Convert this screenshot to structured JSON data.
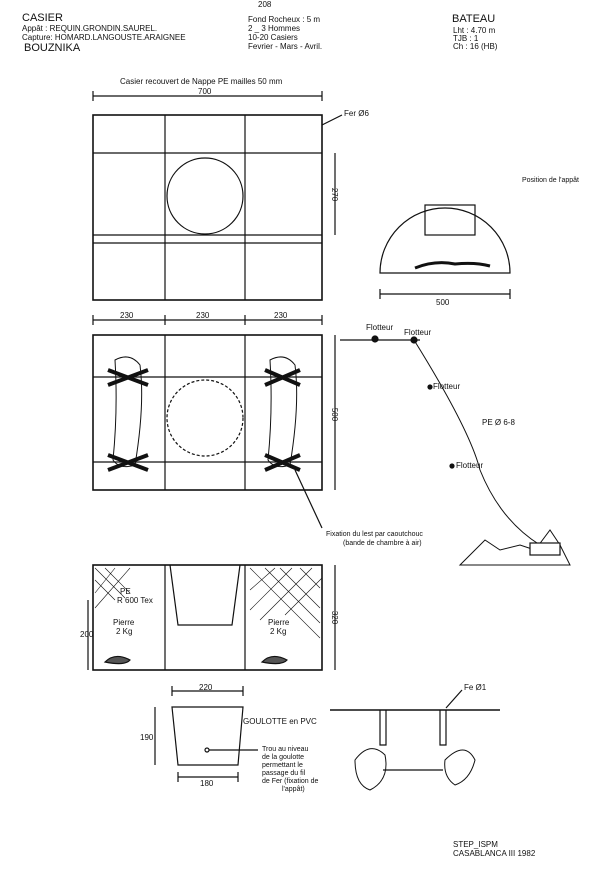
{
  "page_number": "208",
  "header": {
    "title": "CASIER",
    "appat": "Appât : REQUIN.GRONDIN.SAUREL.",
    "capture": "Capture: HOMARD.LANGOUSTE.ARAIGNEE",
    "location": "BOUZNIKA",
    "fond": "Fond Rocheux : 5 m",
    "hommes": "2 _ 3 Hommes",
    "casiers": "10-20 Casiers",
    "saison": "Fevrier - Mars - Avril.",
    "bateau_title": "BATEAU",
    "lht": "Lht : 4.70 m",
    "tjb": "TJB : 1",
    "ch": "Ch : 16 (HB)"
  },
  "top_view": {
    "note": "Casier recouvert de Nappe PE mailles 50 mm",
    "width": "700",
    "height": "270",
    "fer_label": "Fer Ø6"
  },
  "section_view": {
    "appat_label": "Position de l'appât",
    "width": "500"
  },
  "middle_view": {
    "dims": [
      "230",
      "230",
      "230"
    ],
    "height": "500",
    "fixation_1": "Fixation du lest par caoutchouc",
    "fixation_2": "(bande de chambre à air)"
  },
  "float_line": {
    "flotteur_1": "Flotteur",
    "flotteur_2": "Flotteur",
    "flotteur_3": "Flotteur",
    "flotteur_4": "Flotteur",
    "rope": "PE Ø 6-8"
  },
  "side_view": {
    "net_1": "PE",
    "net_2": "R 600 Tex",
    "height": "320",
    "entry_height": "200",
    "stone_left_1": "Pierre",
    "stone_left_2": "2 Kg",
    "stone_right_1": "Pierre",
    "stone_right_2": "2 Kg"
  },
  "goulotte": {
    "top": "220",
    "bottom": "180",
    "height": "190",
    "label": "GOULOTTE en PVC",
    "hole_1": "Trou au niveau",
    "hole_2": "de la goulotte",
    "hole_3": "permettant le",
    "hole_4": "passage du fil",
    "hole_5": "de Fer (fixation de",
    "hole_6": "l'appât)"
  },
  "bait_detail": {
    "fer_label": "Fe Ø1"
  },
  "footer": {
    "org": "STEP_ISPM",
    "place_date": "CASABLANCA III 1982"
  }
}
